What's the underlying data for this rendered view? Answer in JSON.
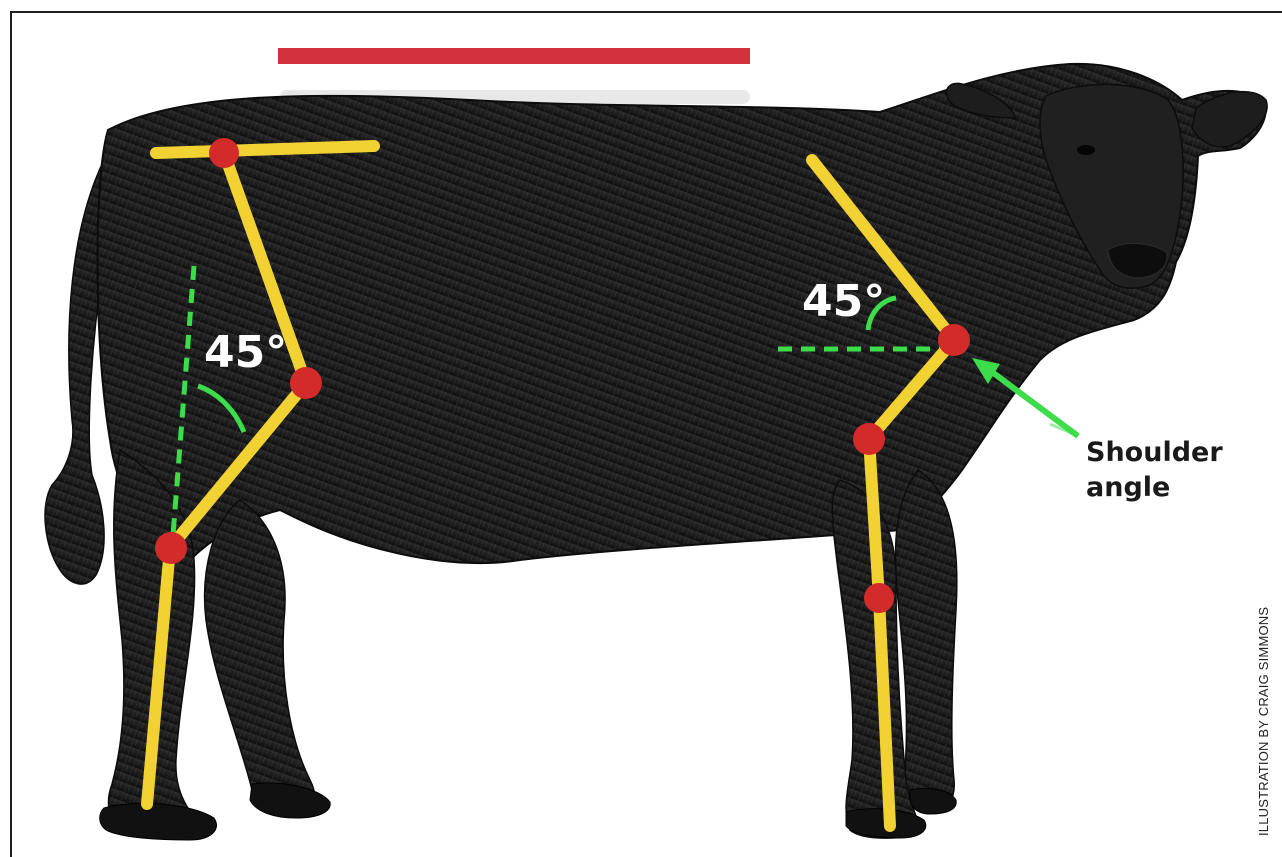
{
  "diagram": {
    "rear_angle_label": "45°",
    "shoulder_angle_label": "45°",
    "callout_line1": "Shoulder",
    "callout_line2": "angle",
    "credit": "ILLUSTRATION BY CRAIG SIMMONS"
  },
  "colors": {
    "frame": "#1f1f1f",
    "animal": "#161616",
    "structure_line": "#f2d233",
    "joint_dot": "#d32a2a",
    "topline_bar": "#d4313f",
    "angle_guides": "#3ddc4a",
    "background": "#ffffff"
  },
  "icons": [
    "bull-illustration",
    "joint-dot",
    "angle-arc",
    "pointer-arrow"
  ]
}
